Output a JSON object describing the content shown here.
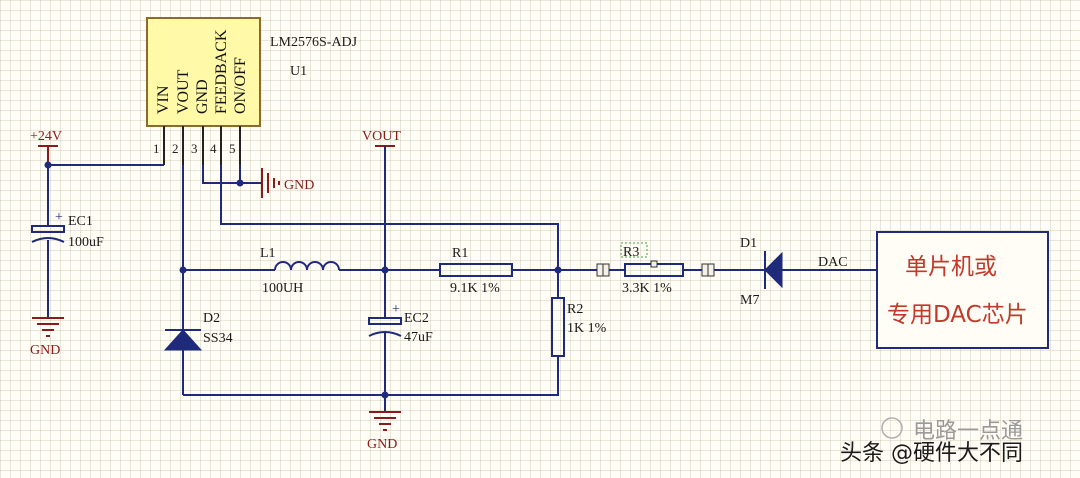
{
  "u1": {
    "part": "LM2576S-ADJ",
    "ref": "U1",
    "pins": [
      {
        "name": "VIN",
        "num": "1"
      },
      {
        "name": "VOUT",
        "num": "2"
      },
      {
        "name": "GND",
        "num": "3"
      },
      {
        "name": "FEEDBACK",
        "num": "4"
      },
      {
        "name": "ON/OFF",
        "num": "5"
      }
    ]
  },
  "power": {
    "v24": "+24V",
    "vout": "VOUT",
    "gnd_u1": "GND",
    "gnd_ec1": "GND",
    "gnd_ec2": "GND"
  },
  "components": {
    "ec1": {
      "ref": "EC1",
      "value": "100uF"
    },
    "l1": {
      "ref": "L1",
      "value": "100UH"
    },
    "d2": {
      "ref": "D2",
      "value": "SS34"
    },
    "ec2": {
      "ref": "EC2",
      "value": "47uF"
    },
    "r1": {
      "ref": "R1",
      "value": "9.1K 1%"
    },
    "r2": {
      "ref": "R2",
      "value": "1K 1%"
    },
    "r3": {
      "ref": "R3",
      "value": "3.3K 1%"
    },
    "d1": {
      "ref": "D1",
      "value": "M7"
    }
  },
  "dac_net": "DAC",
  "mcu_box": {
    "line1": "单片机或",
    "line2": "专用DAC芯片"
  },
  "watermark": {
    "line1": "电路一点通",
    "line2": "头条 @硬件大不同"
  },
  "colors": {
    "wire": "#1f2a7a",
    "power": "#8b1a1a",
    "ic_fill": "#fff9a8",
    "ic_border": "#8b6a2a"
  }
}
